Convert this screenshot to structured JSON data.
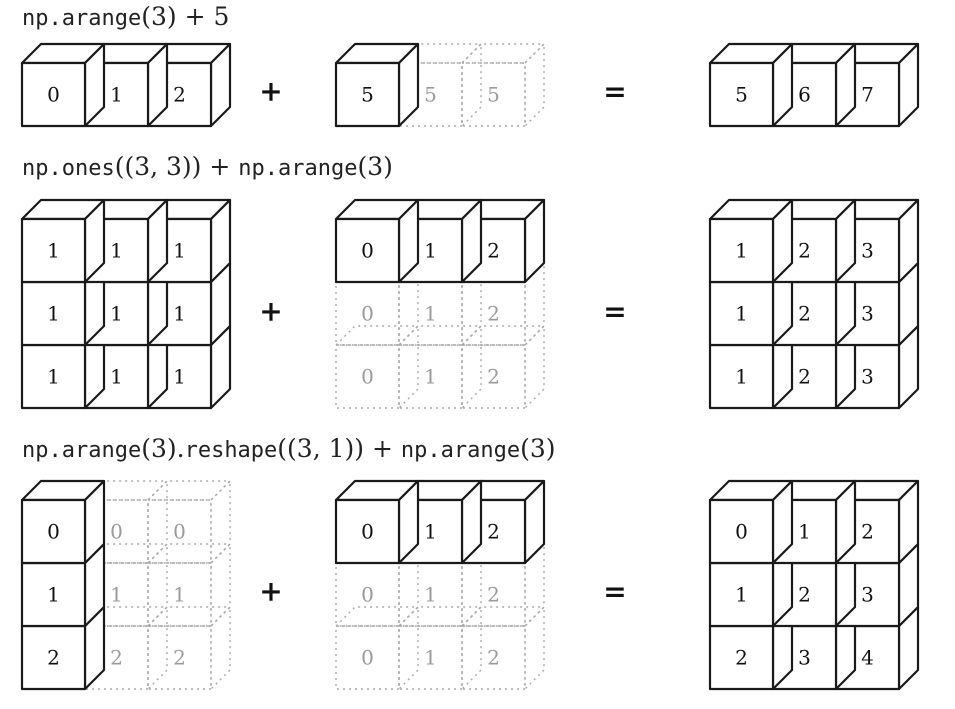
{
  "colors": {
    "solid": "#1a1a1a",
    "ghost": "#a8a8a8",
    "ghost_text": "#9a9a9a"
  },
  "operators": {
    "plus": "+",
    "equals": "="
  },
  "rows": [
    {
      "caption": [
        {
          "t": "np.arange",
          "mono": true
        },
        {
          "t": "(3) + 5",
          "mono": false
        }
      ],
      "a": {
        "rows": 1,
        "cols": 3,
        "values": [
          [
            0,
            1,
            2
          ]
        ],
        "solid_rows": 1,
        "solid_cols": 3
      },
      "b": {
        "rows": 1,
        "cols": 3,
        "values": [
          [
            5,
            5,
            5
          ]
        ],
        "solid_rows": 1,
        "solid_cols": 1
      },
      "res": {
        "rows": 1,
        "cols": 3,
        "values": [
          [
            5,
            6,
            7
          ]
        ],
        "solid_rows": 1,
        "solid_cols": 3
      }
    },
    {
      "caption": [
        {
          "t": "np.ones",
          "mono": true
        },
        {
          "t": "((3, 3)) + ",
          "mono": false
        },
        {
          "t": "np.arange",
          "mono": true
        },
        {
          "t": "(3)",
          "mono": false
        }
      ],
      "a": {
        "rows": 3,
        "cols": 3,
        "values": [
          [
            1,
            1,
            1
          ],
          [
            1,
            1,
            1
          ],
          [
            1,
            1,
            1
          ]
        ],
        "solid_rows": 3,
        "solid_cols": 3
      },
      "b": {
        "rows": 3,
        "cols": 3,
        "values": [
          [
            0,
            1,
            2
          ],
          [
            0,
            1,
            2
          ],
          [
            0,
            1,
            2
          ]
        ],
        "solid_rows": 1,
        "solid_cols": 3
      },
      "res": {
        "rows": 3,
        "cols": 3,
        "values": [
          [
            1,
            2,
            3
          ],
          [
            1,
            2,
            3
          ],
          [
            1,
            2,
            3
          ]
        ],
        "solid_rows": 3,
        "solid_cols": 3
      }
    },
    {
      "caption": [
        {
          "t": "np.arange",
          "mono": true
        },
        {
          "t": "(3).",
          "mono": false
        },
        {
          "t": "reshape",
          "mono": true
        },
        {
          "t": "((3, 1)) + ",
          "mono": false
        },
        {
          "t": "np.arange",
          "mono": true
        },
        {
          "t": "(3)",
          "mono": false
        }
      ],
      "a": {
        "rows": 3,
        "cols": 3,
        "values": [
          [
            0,
            0,
            0
          ],
          [
            1,
            1,
            1
          ],
          [
            2,
            2,
            2
          ]
        ],
        "solid_rows": 3,
        "solid_cols": 1
      },
      "b": {
        "rows": 3,
        "cols": 3,
        "values": [
          [
            0,
            1,
            2
          ],
          [
            0,
            1,
            2
          ],
          [
            0,
            1,
            2
          ]
        ],
        "solid_rows": 1,
        "solid_cols": 3
      },
      "res": {
        "rows": 3,
        "cols": 3,
        "values": [
          [
            0,
            1,
            2
          ],
          [
            1,
            2,
            3
          ],
          [
            2,
            3,
            4
          ]
        ],
        "solid_rows": 3,
        "solid_cols": 3
      }
    }
  ]
}
